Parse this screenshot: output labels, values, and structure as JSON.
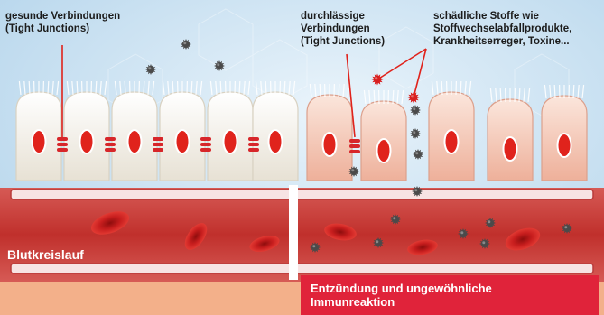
{
  "labels": {
    "healthy_junctions": "gesunde Verbindungen\n(Tight Junctions)",
    "leaky_junctions": "durchlässige\nVerbindungen\n(Tight Junctions)",
    "harmful_substances": "schädliche Stoffe wie\nStoffwechselabfallprodukte,\nKrankheitserreger, Toxine...",
    "bloodstream": "Blutkreislauf",
    "inflammation": "Entzündung und ungewöhnliche\nImmunreaktion"
  },
  "colors": {
    "background_blue": "#cfe4f3",
    "healthy_cell": "#f3f1ea",
    "inflamed_cell": "#f5cdbd",
    "nucleus": "#e0231c",
    "vessel_blood": "#c73a35",
    "vessel_wall": "#f6dede",
    "healthy_floor": "#f5b48c",
    "inflammation_banner": "#e0233a",
    "particle": "#444444"
  },
  "icons": [
    "toxin-particle-icon",
    "red-blood-cell-icon",
    "tight-junction-icon"
  ]
}
